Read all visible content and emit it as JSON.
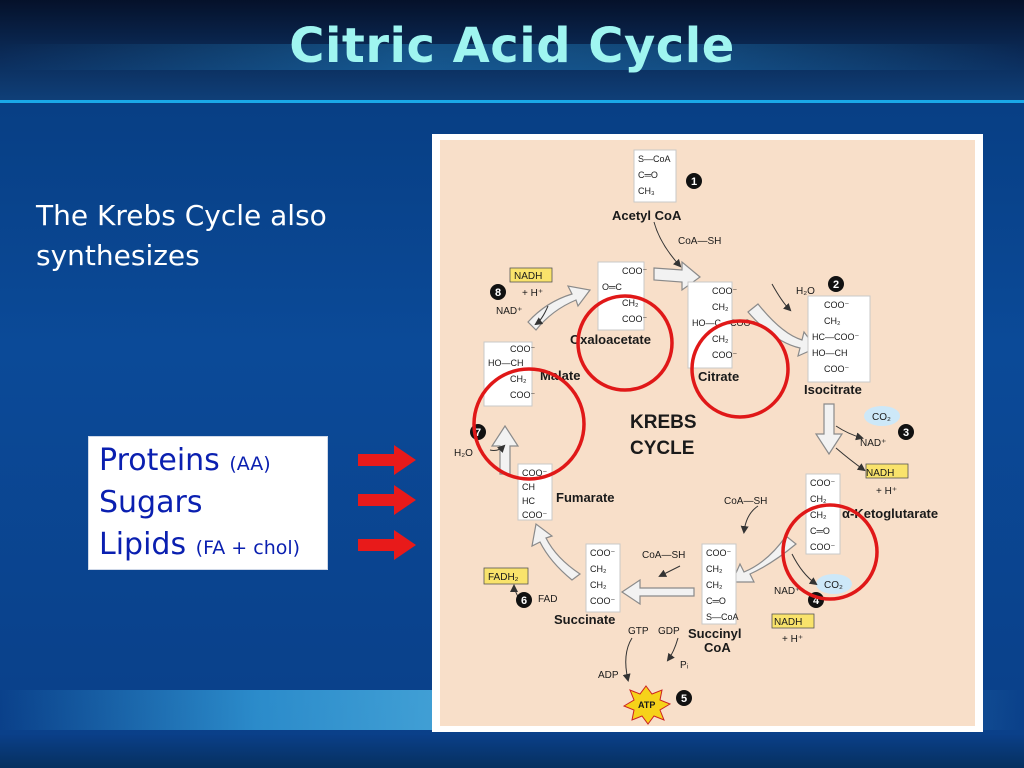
{
  "slide": {
    "title": "Citric Acid Cycle",
    "body": "The Krebs Cycle also synthesizes"
  },
  "list": [
    {
      "main": "Proteins",
      "note": "(AA)"
    },
    {
      "main": "Sugars",
      "note": ""
    },
    {
      "main": "Lipids",
      "note": "(FA + chol)"
    }
  ],
  "colors": {
    "title": "#9ff5f0",
    "list_text": "#0a1fb0",
    "arrow": "#e81a1a",
    "highlight_circle": "#e01818",
    "diagram_bg": "#f8dfc9"
  },
  "diagram": {
    "center_label_1": "KREBS",
    "center_label_2": "CYCLE",
    "compounds": {
      "acetyl_coa": "Acetyl CoA",
      "oxaloacetate": "Oxaloacetate",
      "citrate": "Citrate",
      "isocitrate": "Isocitrate",
      "ketoglutarate": "α-Ketoglutarate",
      "succinyl_coa_1": "Succinyl",
      "succinyl_coa_2": "CoA",
      "succinate": "Succinate",
      "fumarate": "Fumarate",
      "malate": "Malate"
    },
    "cofactors": {
      "nadh": "NADH",
      "nad": "NAD⁺",
      "h": "+ H⁺",
      "h2o": "H₂O",
      "coa_sh": "CoA—SH",
      "co2": "CO₂",
      "fadh2": "FADH₂",
      "fad": "FAD",
      "gtp": "GTP",
      "gdp": "GDP",
      "pi": "Pᵢ",
      "adp": "ADP",
      "atp": "ATP"
    },
    "steps": [
      "1",
      "2",
      "3",
      "4",
      "5",
      "6",
      "7",
      "8"
    ]
  }
}
